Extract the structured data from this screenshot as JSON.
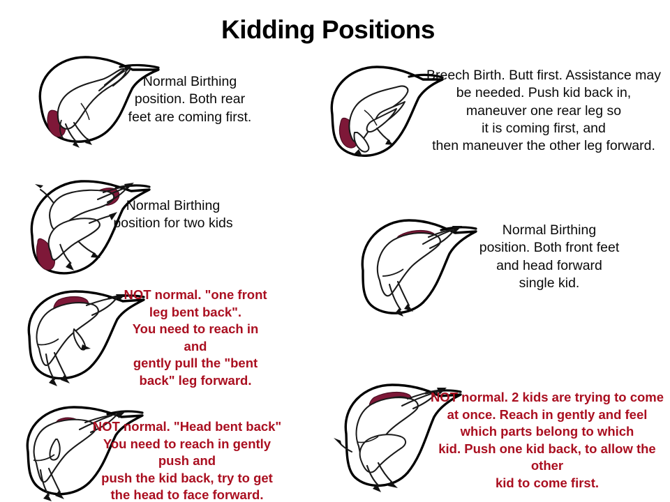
{
  "page": {
    "title": "Kidding Positions",
    "background_color": "#ffffff",
    "text_color": "#0a0a0a",
    "warning_color": "#aa0f20",
    "uterus_outline_color": "#000000",
    "placenta_color": "#7e1838",
    "kid_fill_color": "#ffffff"
  },
  "figures": [
    {
      "id": "normal-rear-feet",
      "name": "normal-birthing-rear-feet",
      "caption": "Normal Birthing\nposition. Both rear\nfeet are coming first.",
      "caption_style": "black",
      "kids": 1,
      "placenta_patches": 1
    },
    {
      "id": "breech-birth",
      "name": "breech-birth",
      "caption": "Breech Birth. Butt first. Assistance may\nbe needed.  Push kid back in,\nmaneuver one rear leg so\nit is coming first, and\nthen maneuver the other leg forward.",
      "caption_style": "black",
      "kids": 1,
      "placenta_patches": 1
    },
    {
      "id": "normal-two-kids",
      "name": "normal-birthing-two-kids",
      "caption": "Normal Birthing\nposition for two kids",
      "caption_style": "black",
      "kids": 2,
      "placenta_patches": 2
    },
    {
      "id": "normal-single-kid",
      "name": "normal-birthing-single-kid",
      "caption": "Normal Birthing\nposition. Both front feet\nand head forward\nsingle kid.",
      "caption_style": "black",
      "kids": 1,
      "placenta_patches": 1
    },
    {
      "id": "front-leg-bent-back",
      "name": "abnormal-front-leg-bent-back",
      "caption": "NOT normal. \"one front\nleg bent back\".\nYou need to reach in and\ngently pull the \"bent\nback\" leg forward.",
      "caption_style": "red",
      "kids": 1,
      "placenta_patches": 1
    },
    {
      "id": "two-kids-at-once",
      "name": "abnormal-two-kids-at-once",
      "caption": "NOT normal. 2 kids are trying to come\nat once. Reach in gently and feel\nwhich parts belong to which\nkid.  Push one kid back, to allow the other\nkid to come first.",
      "caption_style": "red",
      "kids": 2,
      "placenta_patches": 1
    },
    {
      "id": "head-bent-back",
      "name": "abnormal-head-bent-back",
      "caption": "NOT normal. \"Head bent back\"\nYou need to reach in gently push and\npush the kid back,  try to get\nthe head to face forward.",
      "caption_style": "red",
      "kids": 1,
      "placenta_patches": 1
    }
  ]
}
